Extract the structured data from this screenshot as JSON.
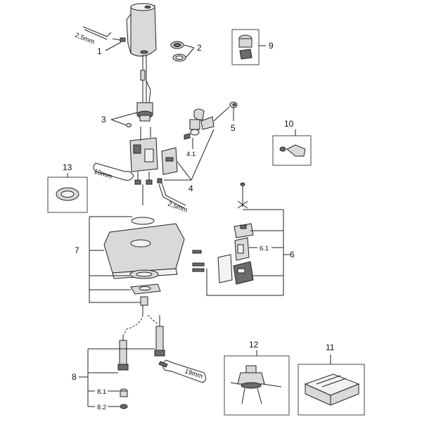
{
  "callouts": {
    "c1": "1",
    "c2": "2",
    "c3": "3",
    "c4": "4",
    "c4_1": "4.1",
    "c5": "5",
    "c6": "6",
    "c6_1": "6.1",
    "c7": "7",
    "c8": "8",
    "c8_1": "8.1",
    "c8_2": "8.2",
    "c9": "9",
    "c10": "10",
    "c11": "11",
    "c12": "12",
    "c13": "13"
  },
  "tools": {
    "hex_key_top": "2,5mm",
    "spanner_mid": "10mm",
    "hex_key_mid": "2,5mm",
    "spanner_bottom": "19mm"
  }
}
